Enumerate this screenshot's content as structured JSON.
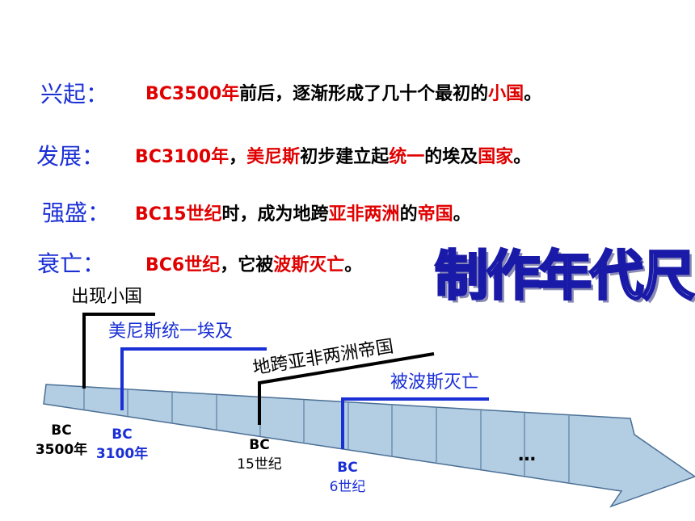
{
  "stages": [
    {
      "label": "兴起：",
      "parts": [
        {
          "t": "BC3500年",
          "c": "red"
        },
        {
          "t": "前后，逐渐形成了几十个最初的",
          "c": "black"
        },
        {
          "t": "小国",
          "c": "red"
        },
        {
          "t": "。",
          "c": "black"
        }
      ]
    },
    {
      "label": "发展：",
      "parts": [
        {
          "t": "BC3100年",
          "c": "red"
        },
        {
          "t": "，",
          "c": "black"
        },
        {
          "t": "美尼斯",
          "c": "red"
        },
        {
          "t": "初步建立起",
          "c": "black"
        },
        {
          "t": "统一",
          "c": "red"
        },
        {
          "t": "的埃及",
          "c": "black"
        },
        {
          "t": "国家",
          "c": "red"
        },
        {
          "t": "。",
          "c": "black"
        }
      ]
    },
    {
      "label": "强盛：",
      "parts": [
        {
          "t": "BC15世纪",
          "c": "red"
        },
        {
          "t": "时，成为地跨",
          "c": "black"
        },
        {
          "t": "亚非两洲",
          "c": "red"
        },
        {
          "t": "的",
          "c": "black"
        },
        {
          "t": "帝国",
          "c": "red"
        },
        {
          "t": "。",
          "c": "black"
        }
      ]
    },
    {
      "label": "衰亡：",
      "parts": [
        {
          "t": "BC6世纪",
          "c": "red"
        },
        {
          "t": "，它被",
          "c": "black"
        },
        {
          "t": "波斯灭亡",
          "c": "red"
        },
        {
          "t": "。",
          "c": "black"
        }
      ]
    }
  ],
  "banner": "制作年代尺",
  "timeline": {
    "events": [
      {
        "text": "出现小国",
        "color": "#000000",
        "date_lines": [
          "BC",
          "3500年"
        ]
      },
      {
        "text": "美尼斯统一埃及",
        "color": "#1a2fd6",
        "date_lines": [
          "BC",
          "3100年"
        ]
      },
      {
        "text": "地跨亚非两洲帝国",
        "color": "#000000",
        "date_lines": [
          "BC",
          "15世纪"
        ]
      },
      {
        "text": "被波斯灭亡",
        "color": "#1a2fd6",
        "date_lines": [
          "BC",
          "6世纪"
        ]
      }
    ],
    "ellipsis": "…",
    "colors": {
      "band_fill": "#b3cde3",
      "band_stroke": "#4a6f94",
      "black": "#000000",
      "blue": "#1a2fd6",
      "red": "#e00000"
    }
  }
}
